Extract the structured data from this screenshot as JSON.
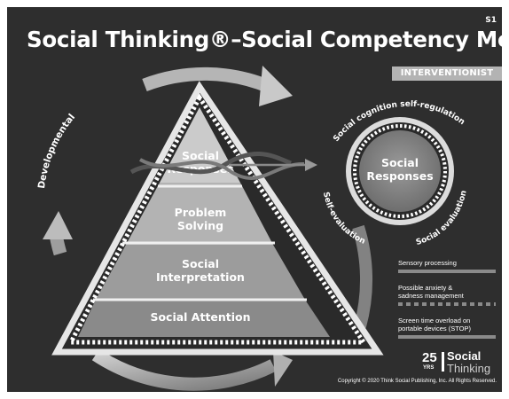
{
  "slide": {
    "title": "Social Thinking®–Social Competency Model",
    "slide_number": "S1",
    "badge": "INTERVENTIONIST"
  },
  "diagram": {
    "developmental_label": "Developmental",
    "pyramid_levels": [
      {
        "line1": "Social",
        "line2": "Responses"
      },
      {
        "line1": "Problem",
        "line2": "Solving"
      },
      {
        "line1": "Social",
        "line2": "Interpretation"
      },
      {
        "line1": "Social Attention"
      }
    ],
    "circle": {
      "center_line1": "Social",
      "center_line2": "Responses",
      "arc_top": "Social cognition self-regulation",
      "arc_left": "Self-evaluation",
      "arc_right": "Social evaluation"
    }
  },
  "legend": [
    {
      "label_line1": "Sensory processing",
      "style": "solid"
    },
    {
      "label_line1": "Possible anxiety &",
      "label_line2": "sadness management",
      "style": "dotted"
    },
    {
      "label_line1": "Screen time overload on",
      "label_line2": "portable devices (STOP)",
      "style": "solid"
    }
  ],
  "logo": {
    "years": "25",
    "yrs": "YRS",
    "brand_line1": "Social",
    "brand_line2": "Thinking"
  },
  "copyright": "Copyright © 2020 Think Social Publishing, Inc. All Rights Reserved.",
  "colors": {
    "background": "#2e2e2e",
    "badge": "#b3b3b3",
    "text": "#ffffff"
  }
}
